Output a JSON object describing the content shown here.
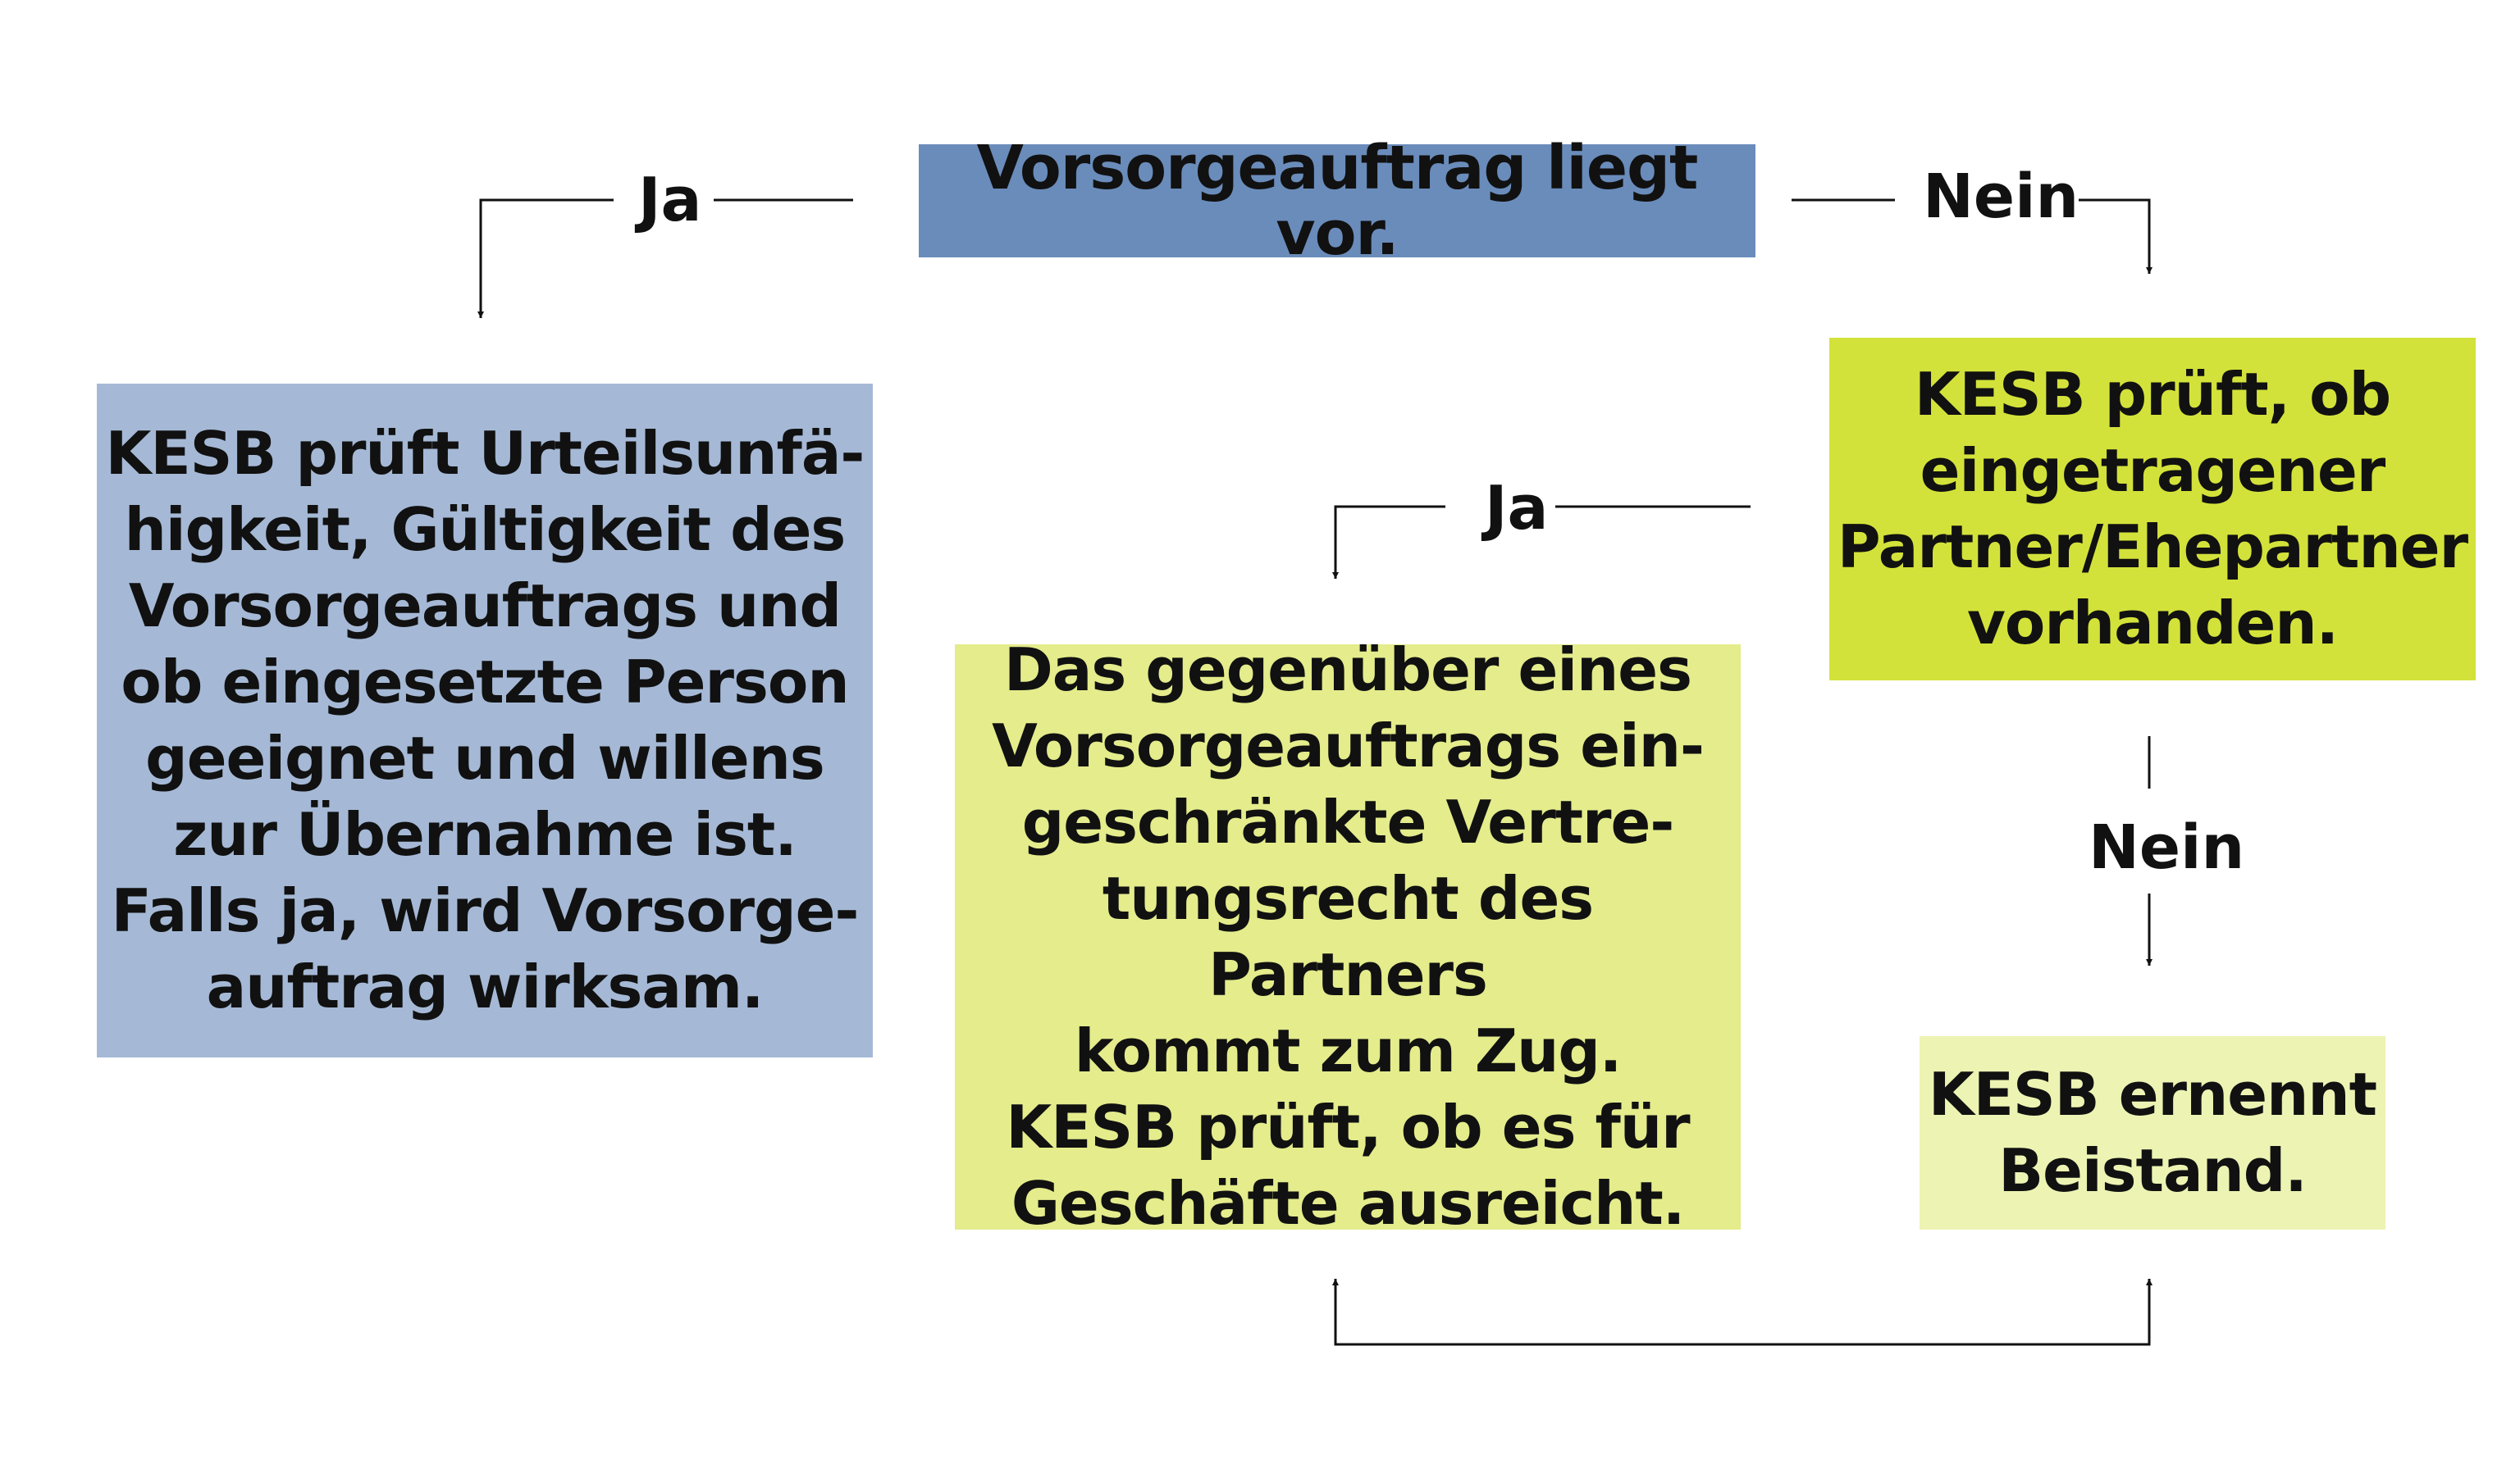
{
  "colors": {
    "start_box": "#6a8cbb",
    "left_box": "#a5b9d6",
    "partner_box": "#d3e23a",
    "middle_box": "#e4ec8c",
    "beistand_box": "#edf3b3",
    "line": "#111111"
  },
  "boxes": {
    "start": "Vorsorgeauftrag liegt vor.",
    "left": "KESB prüft Urteilsunfä-\nhigkeit, Gültigkeit des\nVorsorgeauftrags und\nob eingesetzte Person\ngeeignet und willens\nzur Übernahme ist.\nFalls ja, wird Vorsorge-\nauftrag wirksam.",
    "partner": "KESB prüft, ob\neingetragener\nPartner/Ehepartner\nvorhanden.",
    "middle": "Das gegenüber eines\nVorsorgeauftrags ein-\ngeschränkte Vertre-\ntungsrecht des Partners\nkommt zum Zug.\nKESB prüft, ob es für\nGeschäfte ausreicht.",
    "beistand": "KESB ernennt\nBeistand."
  },
  "labels": {
    "ja_top": "Ja",
    "nein_top": "Nein",
    "ja_mid": "Ja",
    "nein_mid": "Nein"
  }
}
